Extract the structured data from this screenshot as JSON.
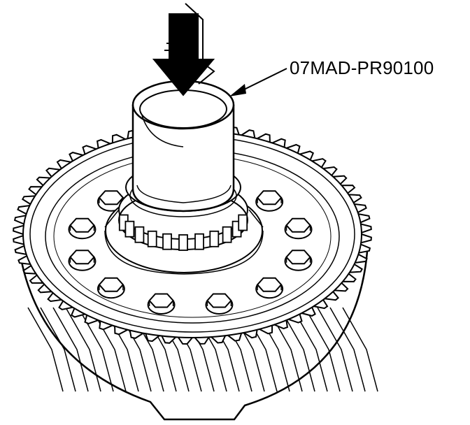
{
  "diagram": {
    "callout": {
      "text": "07MAD-PR90100"
    },
    "parts": {
      "gear": "gear-icon",
      "bolts": "bolt-icon",
      "bearing": "bearing-icon",
      "tool": "installer-tool-icon",
      "arrow": "press-arrow-icon"
    },
    "bolt_count": 12,
    "bearing_roller_count": 11,
    "colors": {
      "ink": "#000000",
      "paper": "#ffffff"
    }
  }
}
